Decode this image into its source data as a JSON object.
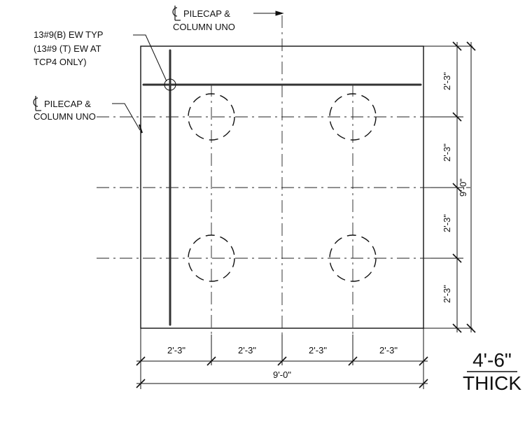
{
  "top_note": {
    "cl": "C",
    "line1": "PILECAP &",
    "line2": "COLUMN UNO"
  },
  "rebar_note": {
    "line1": "13#9(B)  EW TYP",
    "line2": "(13#9 (T) EW AT",
    "line3": "TCP4 ONLY)"
  },
  "left_note": {
    "cl": "C",
    "line1": "PILECAP &",
    "line2": "COLUMN UNO"
  },
  "right_dims": {
    "segments": [
      "2'-3\"",
      "2'-3\"",
      "2'-3\"",
      "2'-3\""
    ],
    "overall": "9'-0\""
  },
  "bottom_dims": {
    "segments": [
      "2'-3\"",
      "2'-3\"",
      "2'-3\"",
      "2'-3\""
    ],
    "overall": "9'-0\""
  },
  "thickness": {
    "value": "4'-6\"",
    "label": "THICK"
  }
}
